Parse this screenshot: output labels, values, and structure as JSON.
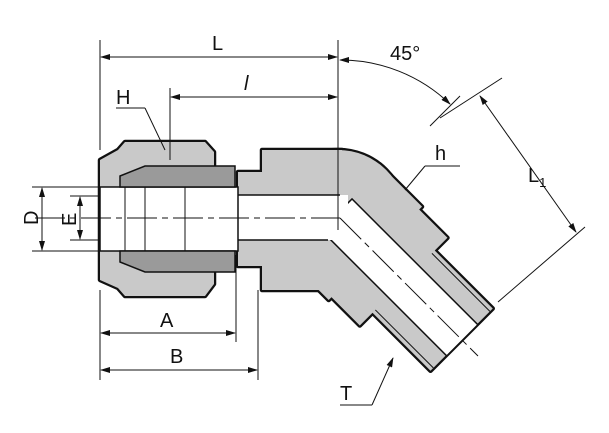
{
  "title": "45° Male Elbow fitting dimension drawing",
  "labels": {
    "L": "L",
    "l": "l",
    "angle": "45°",
    "H": "H",
    "h": "h",
    "L1": "L",
    "L1_sub": "1",
    "D": "D",
    "E": "E",
    "A": "A",
    "B": "B",
    "T": "T"
  },
  "colors": {
    "section_fill": "#c9c9c9",
    "line": "#111111"
  }
}
